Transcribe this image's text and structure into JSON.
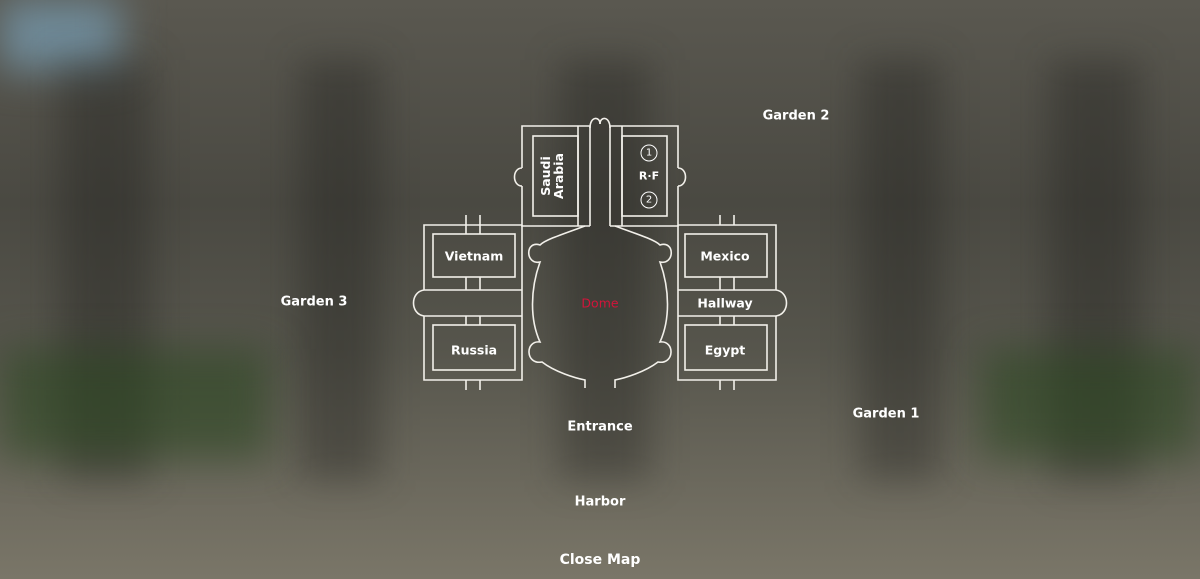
{
  "areas": {
    "garden_1": "Garden 1",
    "garden_2": "Garden 2",
    "garden_3": "Garden 3",
    "entrance": "Entrance",
    "harbor": "Harbor"
  },
  "map": {
    "rooms": {
      "saudi_arabia_line1": "Saudi",
      "saudi_arabia_line2": "Arabia",
      "vietnam": "Vietnam",
      "russia": "Russia",
      "mexico": "Mexico",
      "egypt": "Egypt",
      "hallway": "Hallway",
      "dome": "Dome",
      "floor_1": "1",
      "floor_2": "2",
      "restroom": "R·F"
    },
    "dome_color": "#d2143a"
  },
  "close_map_label": "Close Map"
}
